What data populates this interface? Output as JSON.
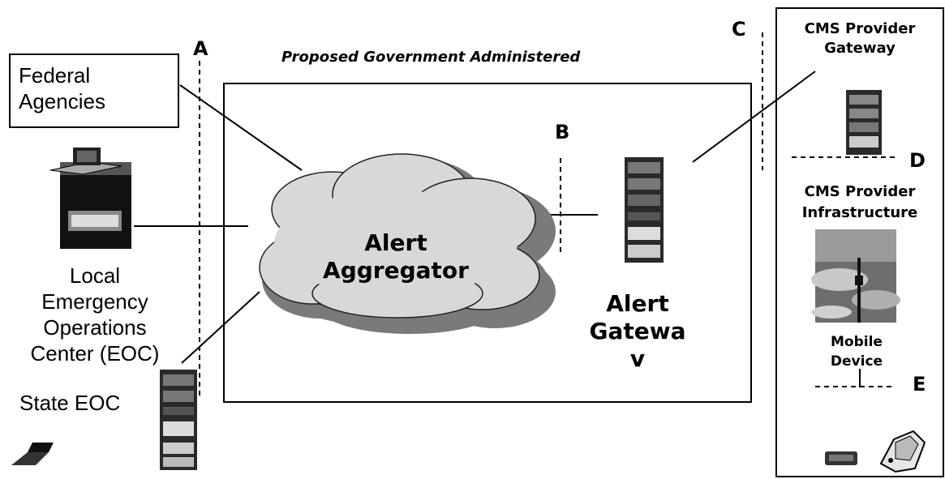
{
  "top_label": "Proposed Government Administered",
  "federal_agencies": "Federal\nAgencies",
  "aggregator": {
    "line1": "Alert",
    "line2": "Aggregator"
  },
  "gateway": {
    "line1": "Alert",
    "line2": "Gatewa",
    "line3": "v"
  },
  "local_eoc": "Local\nEmergency\nOperations\nCenter (EOC)",
  "state_eoc": "State EOC",
  "cms_gateway": "CMS Provider\nGateway",
  "cms_infra": "CMS Provider\nInfrastructure",
  "mobile_device": "Mobile\nDevice",
  "points": {
    "a": "A",
    "b": "B",
    "c": "C",
    "d": "D",
    "e": "E"
  }
}
